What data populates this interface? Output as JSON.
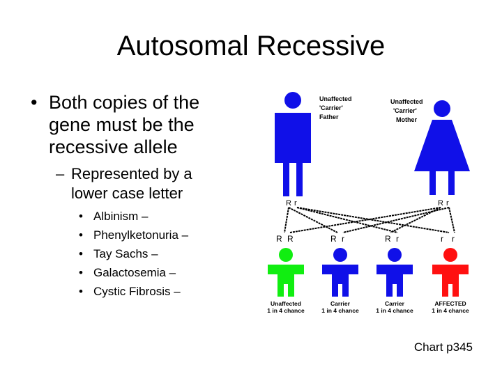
{
  "slide": {
    "title": "Autosomal Recessive",
    "bullet": "Both copies of the gene must be the recessive allele",
    "sub_bullet": "Represented by a lower case letter",
    "diseases": [
      "Albinism –",
      "Phenylketonuria –",
      "Tay Sachs –",
      "Galactosemia –",
      "Cystic Fibrosis –"
    ],
    "caption": "Chart p345"
  },
  "diagram": {
    "parents": [
      {
        "line1": "Unaffected",
        "line2": "'Carrier'",
        "line3": "Father",
        "genotype": [
          "R",
          "r"
        ],
        "color": "#1010e8"
      },
      {
        "line1": "Unaffected",
        "line2": "'Carrier'",
        "line3": "Mother",
        "genotype": [
          "R",
          "r"
        ],
        "color": "#1010e8"
      }
    ],
    "children": [
      {
        "genotype": [
          "R",
          "R"
        ],
        "label1": "Unaffected",
        "label2": "1 in 4 chance",
        "color": "#11ee11"
      },
      {
        "genotype": [
          "R",
          "r"
        ],
        "label1": "Carrier",
        "label2": "1 in 4 chance",
        "color": "#1010e8"
      },
      {
        "genotype": [
          "R",
          "r"
        ],
        "label1": "Carrier",
        "label2": "1 in 4 chance",
        "color": "#1010e8"
      },
      {
        "genotype": [
          "r",
          "r"
        ],
        "label1": "AFFECTED",
        "label2": "1 in 4 chance",
        "color": "#ff1010"
      }
    ]
  }
}
